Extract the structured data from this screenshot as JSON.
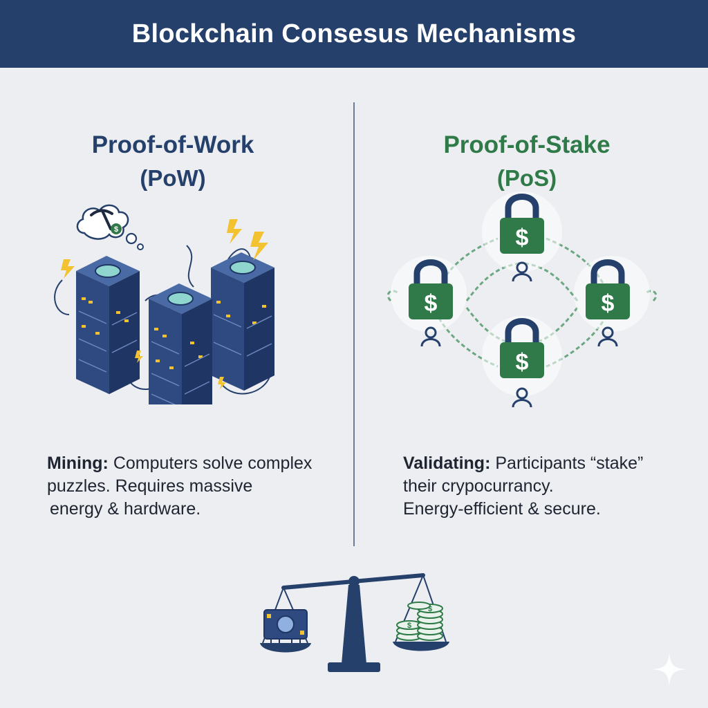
{
  "header": {
    "title": "Blockchain Consesus Mechanisms"
  },
  "pow": {
    "title": "Proof-of-Work",
    "abbr": "(PoW)",
    "term": "Mining:",
    "line1": "Computers solve complex",
    "line2": "puzzles. Requires massive",
    "line3": "energy & hardware."
  },
  "pos": {
    "title": "Proof-of-Stake",
    "abbr": "(PoS)",
    "term": "Validating:",
    "line1": "Participants “stake”",
    "line2": "their crypocurrancy.",
    "line3": "Energy-efficient & secure."
  },
  "colors": {
    "navy": "#26406c",
    "green": "#2f7a48",
    "lightning": "#f2c230",
    "background": "#eceef1"
  },
  "icons": {
    "pow": [
      "thought-bubble-icon",
      "pickaxe-icon",
      "coin-icon",
      "server-rack-icon",
      "lightning-icon"
    ],
    "pos": [
      "padlock-dollar-icon",
      "chain-icon",
      "person-icon"
    ],
    "footer": [
      "balance-scale-icon",
      "processor-chip-icon",
      "coin-stack-icon",
      "sparkle-icon"
    ]
  },
  "lock_symbol": "$"
}
